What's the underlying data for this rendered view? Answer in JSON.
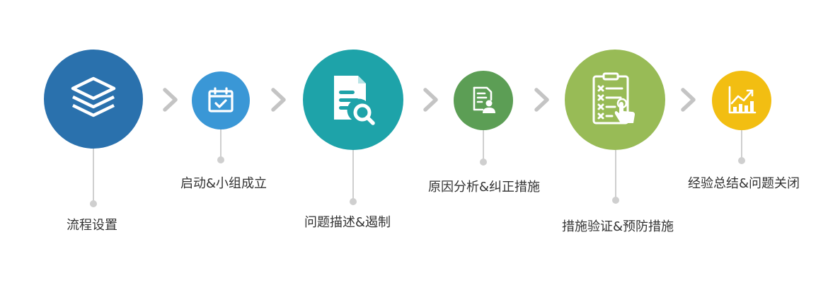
{
  "steps": [
    {
      "label": "流程设置",
      "icon": "layers-icon",
      "color": "#2a71ad"
    },
    {
      "label": "启动&小组成立",
      "icon": "calendar-check-icon",
      "color": "#3a97d6"
    },
    {
      "label": "问题描述&遏制",
      "icon": "document-search-icon",
      "color": "#1ea3a9"
    },
    {
      "label": "原因分析&纠正措施",
      "icon": "report-person-icon",
      "color": "#5c9e55"
    },
    {
      "label": "措施验证&预防措施",
      "icon": "checklist-hand-icon",
      "color": "#98bb56"
    },
    {
      "label": "经验总结&问题关闭",
      "icon": "growth-chart-icon",
      "color": "#f2be12"
    }
  ],
  "colors": {
    "connector": "#cfcfcf",
    "arrow": "#c4c4c4",
    "text": "#333333"
  }
}
